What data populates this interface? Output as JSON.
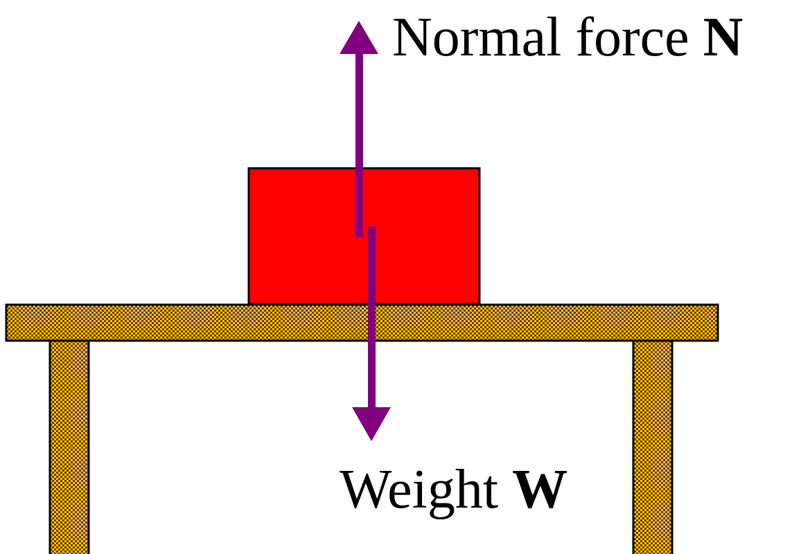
{
  "diagram": {
    "normal_force": {
      "label": "Normal force",
      "symbol": "N"
    },
    "weight": {
      "label": "Weight",
      "symbol": "W"
    }
  },
  "colors": {
    "background": "#ffffff",
    "block": "#ff0000",
    "arrow": "#800080",
    "wood_light": "#e8d400",
    "wood_dark": "#7a2a00",
    "outline": "#000000"
  }
}
